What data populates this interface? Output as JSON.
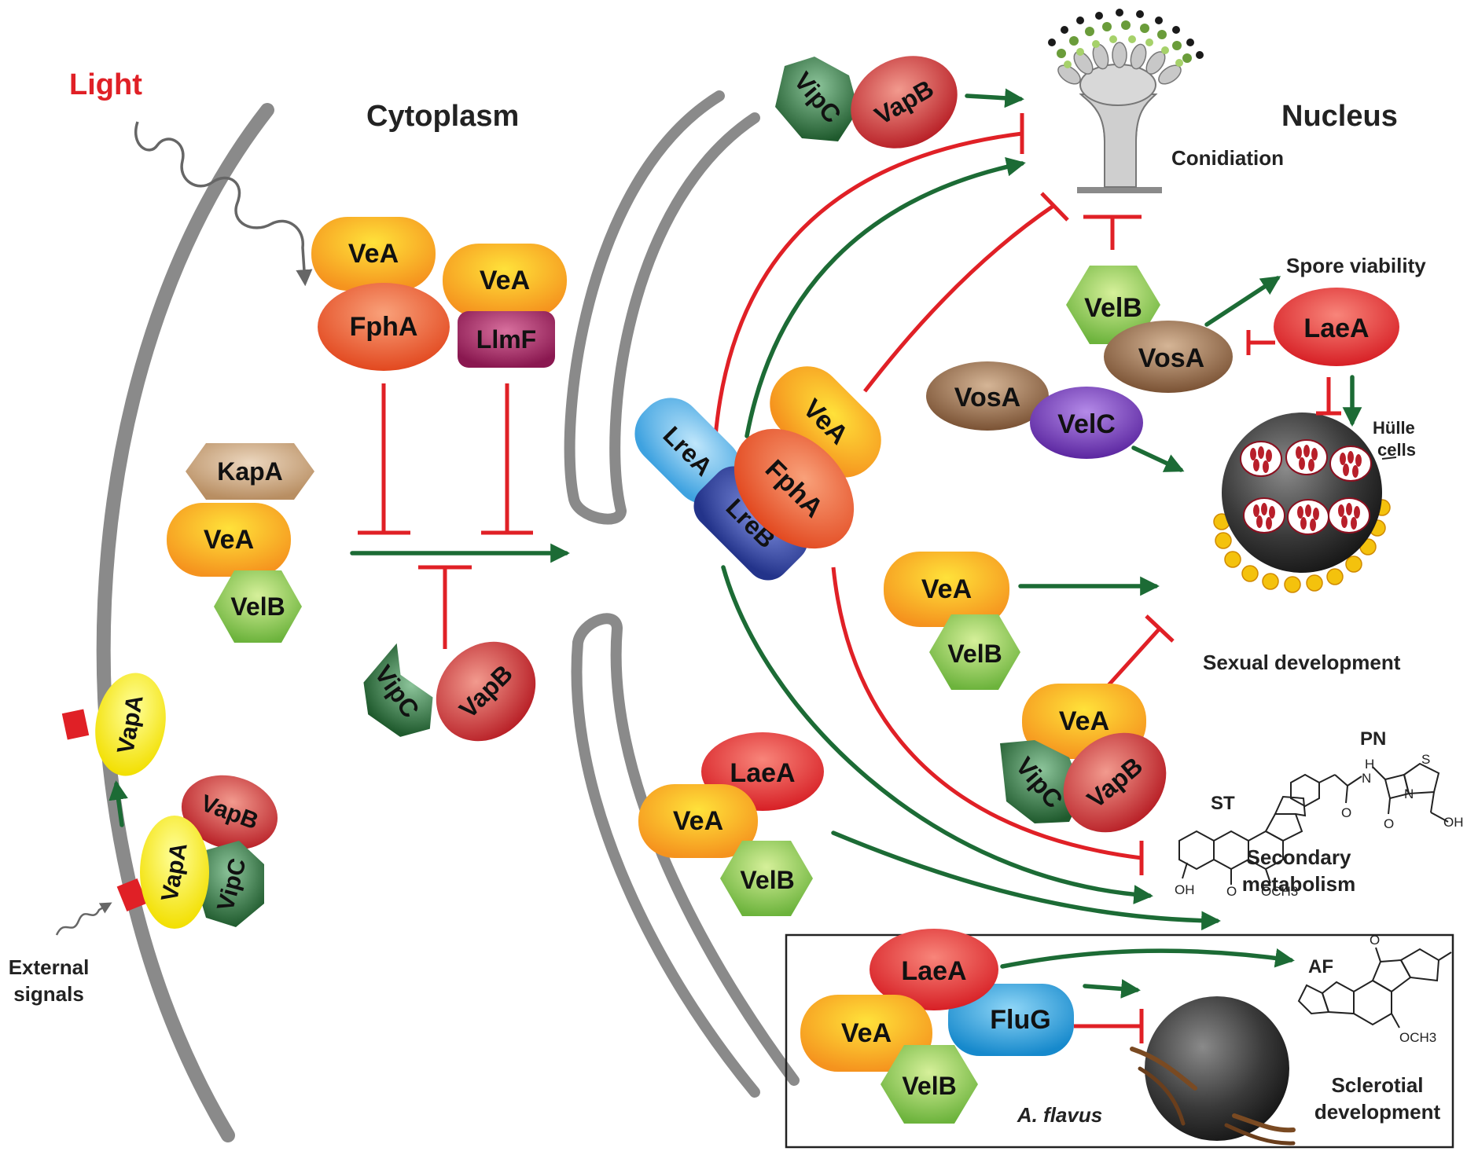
{
  "labels": {
    "light": "Light",
    "cytoplasm": "Cytoplasm",
    "nucleus": "Nucleus",
    "conidiation": "Conidiation",
    "spore_viability": "Spore viability",
    "hulle_line1": "Hülle",
    "hulle_line2": "cells",
    "sexual_development": "Sexual development",
    "secondary_line1": "Secondary",
    "secondary_line2": "metabolism",
    "sclerotial_line1": "Sclerotial",
    "sclerotial_line2": "development",
    "external_line1": "External",
    "external_line2": "signals",
    "a_flavus": "A. flavus",
    "st": "ST",
    "pn": "PN",
    "af": "AF"
  },
  "chem": {
    "oh": "OH",
    "och3": "OCH3",
    "o": "O",
    "h": "H",
    "n": "N",
    "s": "S",
    "cooh": "OH"
  },
  "proteins": {
    "kapa": "KapA",
    "vea": "VeA",
    "velb": "VelB",
    "fpha": "FphA",
    "llmf": "LlmF",
    "vipc": "VipC",
    "vapb": "VapB",
    "vapa": "VapA",
    "lrea": "LreA",
    "lreb": "LreB",
    "laea": "LaeA",
    "vosa": "VosA",
    "velc": "VelC",
    "flug": "FluG"
  },
  "colors": {
    "membrane": "#8a8a8a",
    "activation": "#1c6b35",
    "inhibition": "#e02026",
    "vea": "#f6a21e",
    "fpha": "#ef5a2a",
    "velb": "#8cc63f",
    "vipc": "#2e6e3e",
    "vapb": "#d8262e",
    "vapa": "#f4e600",
    "laea": "#e52d27",
    "vosa": "#8b5e3c",
    "velc": "#6a2fa8",
    "flug": "#1ea0dc",
    "lrea": "#4fb3e8",
    "lreb": "#2a3f9a",
    "kapa": "#c8a27a",
    "llmf": "#9b1d5a"
  }
}
